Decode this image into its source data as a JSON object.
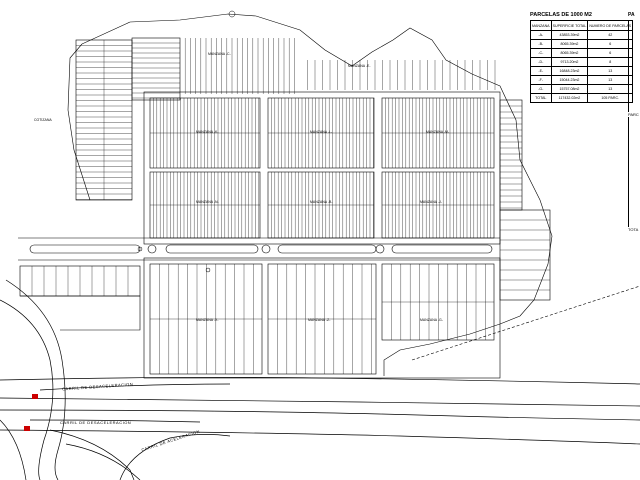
{
  "parcels_table": {
    "title": "PARCELAS DE 1000 M2",
    "headers": [
      "MANZANA",
      "SUPERFICIE TOTAL",
      "NUMERO DE PARCELAS"
    ],
    "rows": [
      {
        "manzana": "-A-",
        "superficie": "43853.39m2",
        "parcelas": "42"
      },
      {
        "manzana": "-B-",
        "superficie": "8065.39m2",
        "parcelas": "6"
      },
      {
        "manzana": "-C-",
        "superficie": "8065.39m2",
        "parcelas": "6"
      },
      {
        "manzana": "-D-",
        "superficie": "9713.20m2",
        "parcelas": "8"
      },
      {
        "manzana": "-E-",
        "superficie": "16848.23m2",
        "parcelas": "13"
      },
      {
        "manzana": "-F-",
        "superficie": "15044.23m2",
        "parcelas": "13"
      },
      {
        "manzana": "-G-",
        "superficie": "15757.08m2",
        "parcelas": "13"
      }
    ],
    "total": {
      "label": "TOTAL",
      "superficie": "117432.02m2",
      "parcelas": "105 PARC."
    }
  },
  "second_table": {
    "title": "PA",
    "subtitle": "PARC",
    "total_label": "TOTA"
  },
  "labels": {
    "manzana_c": "MANZANA -C-",
    "manzana_e": "MANZANA -E-",
    "manzana_k": "MANZANA -K-",
    "manzana_l": "MANZANA -L-",
    "manzana_m": "MANZANA -M-",
    "manzana_n": "MANZANA -N-",
    "manzana_b": "MANZANA -B-",
    "manzana_j": "MANZANA -J-",
    "manzana_x": "MANZANA -X-",
    "manzana_z": "MANZANA -Z-",
    "manzana_g": "MANZANA -G-",
    "cotizana": "COTIZANA",
    "carril_desaceleracion_top": "CARRIL DE DESACELERACION",
    "carril_desaceleracion_bottom": "CARRIL DE DESACELERACION",
    "carril_aceleracion": "CARRIL DE ACELERACION"
  },
  "colors": {
    "line": "#000000",
    "marker_red": "#cc0000",
    "background": "#ffffff"
  }
}
